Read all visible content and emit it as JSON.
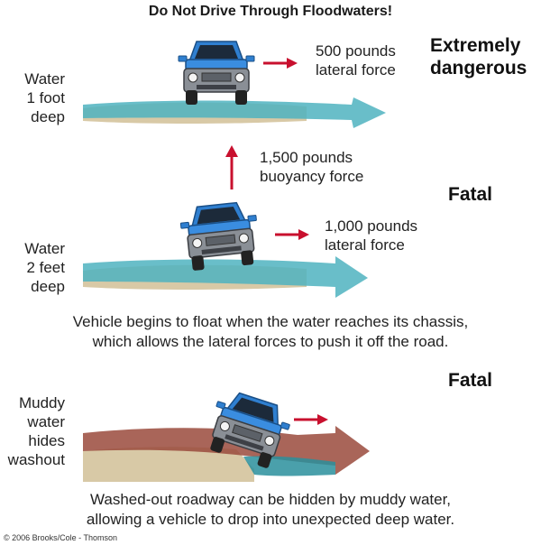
{
  "title": "Do Not Drive Through Floodwaters!",
  "panel1": {
    "depth_label": [
      "Water",
      "1 foot",
      "deep"
    ],
    "force_label": [
      "500 pounds",
      "lateral force"
    ],
    "severity": [
      "Extremely",
      "dangerous"
    ]
  },
  "buoyancy": {
    "label": [
      "1,500 pounds",
      "buoyancy force"
    ]
  },
  "panel2": {
    "severity": "Fatal",
    "depth_label": [
      "Water",
      "2 feet",
      "deep"
    ],
    "force_label": [
      "1,000 pounds",
      "lateral force"
    ],
    "caption": [
      "Vehicle begins to float when the water reaches its chassis,",
      "which allows the lateral forces to push it off the road."
    ]
  },
  "panel3": {
    "severity": "Fatal",
    "depth_label": [
      "Muddy",
      "water",
      "hides",
      "washout"
    ],
    "caption": [
      "Washed-out roadway can be hidden by muddy water,",
      "allowing a vehicle to drop into unexpected deep water."
    ]
  },
  "copyright": "© 2006 Brooks/Cole - Thomson",
  "colors": {
    "water": "#4fb3bf",
    "water_dark": "#2a8f9c",
    "road": "#d8c9a6",
    "mud": "#9a4a3c",
    "arrow": "#c8102e",
    "truck_body": "#2f7fd0",
    "truck_grille": "#8a8f96"
  }
}
